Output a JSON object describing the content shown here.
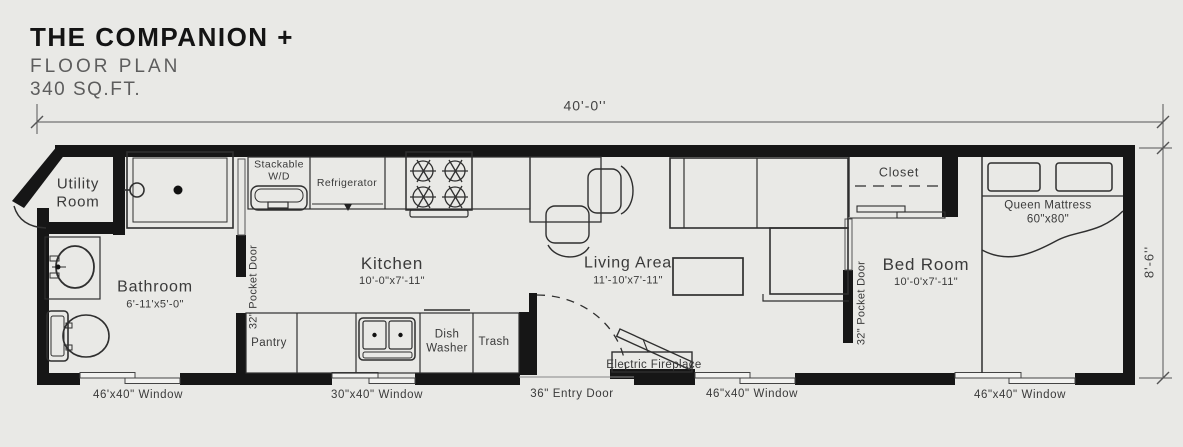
{
  "colors": {
    "wall": "#161616",
    "background": "#e9e9e6",
    "line": "#2f2f2f"
  },
  "header": {
    "title": "THE COMPANION +",
    "subtitle": "FLOOR PLAN",
    "area": "340 SQ.FT."
  },
  "dimensions": {
    "overall_width": "40'-0''",
    "overall_height": "8'-6''"
  },
  "rooms": {
    "utility": {
      "name_line1": "Utility",
      "name_line2": "Room"
    },
    "bathroom": {
      "name": "Bathroom",
      "size": "6'-11'x5'-0\""
    },
    "kitchen": {
      "name": "Kitchen",
      "size": "10'-0\"x7'-11\""
    },
    "living": {
      "name": "Living Area",
      "size": "11'-10'x7'-11\""
    },
    "bedroom": {
      "name": "Bed Room",
      "size": "10'-0'x7'-11\""
    },
    "closet": {
      "name": "Closet"
    }
  },
  "fixtures": {
    "washer_dryer_line1": "Stackable",
    "washer_dryer_line2": "W/D",
    "refrigerator": "Refrigerator",
    "pantry": "Pantry",
    "dishwasher_line1": "Dish",
    "dishwasher_line2": "Washer",
    "trash": "Trash",
    "fireplace": "Electric Fireplace",
    "mattress_line1": "Queen Mattress",
    "mattress_line2": "60\"x80\""
  },
  "doors": {
    "pocket_door_bathroom": "32\" Pocket Door",
    "pocket_door_bedroom": "32\" Pocket Door",
    "entry_door": "36\" Entry Door"
  },
  "windows": [
    {
      "location": "bathroom",
      "label": "46'x40\" Window"
    },
    {
      "location": "kitchen",
      "label": "30\"x40\" Window"
    },
    {
      "location": "living",
      "label": "46\"x40\" Window"
    },
    {
      "location": "bedroom",
      "label": "46\"x40\" Window"
    }
  ]
}
